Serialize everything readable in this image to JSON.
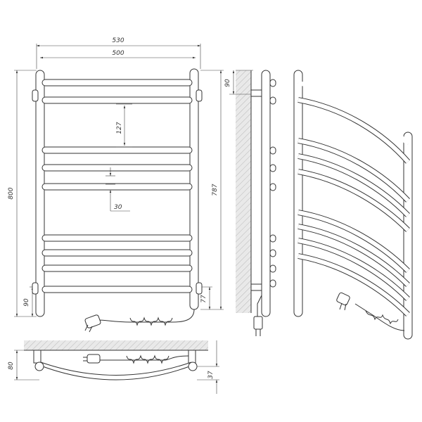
{
  "dimensions": {
    "outer_width": "530",
    "inner_width": "500",
    "height_total": "800",
    "height_bars": "787",
    "gap_127": "127",
    "gap_30": "30",
    "bottom_left": "90",
    "bottom_right": "77",
    "wall_top": "90",
    "depth_wall": "80",
    "depth_front": "37"
  },
  "colors": {
    "line": "#333333",
    "hatch": "#999999",
    "background": "#ffffff"
  }
}
